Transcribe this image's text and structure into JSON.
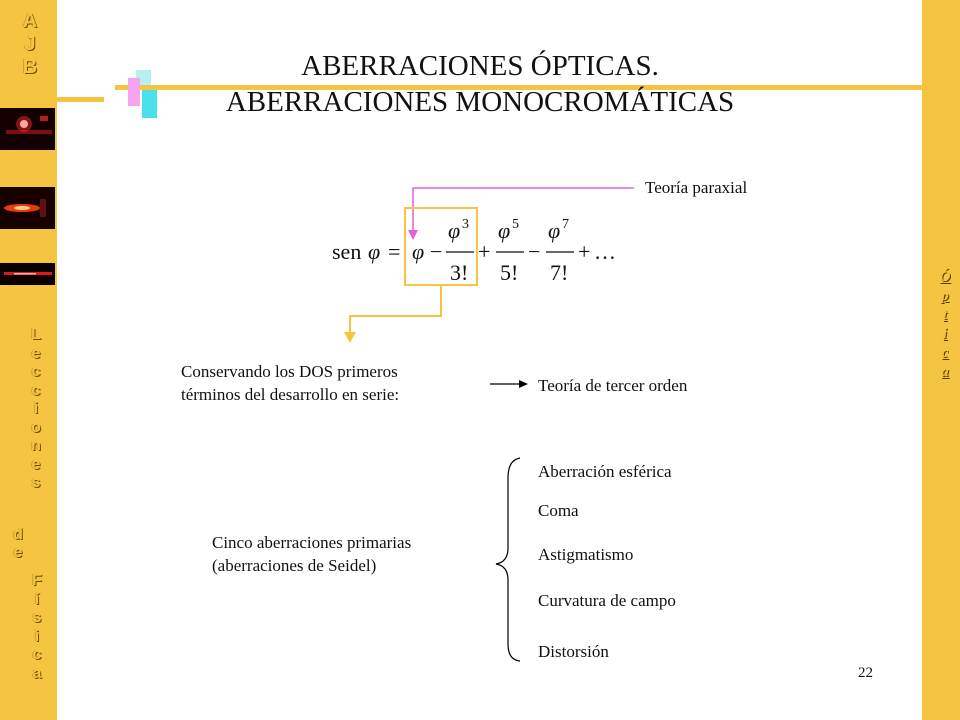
{
  "sidebar_left": {
    "logo_letters": [
      "A",
      "J",
      "B"
    ],
    "vertical_word_1": [
      "L",
      "e",
      "c",
      "c",
      "i",
      "o",
      "n",
      "e",
      "s"
    ],
    "vertical_word_2": [
      "d",
      "e"
    ],
    "vertical_word_3": [
      "F",
      "í",
      "s",
      "i",
      "c",
      "a"
    ]
  },
  "sidebar_right": {
    "vertical_word": [
      "Ó",
      "p",
      "t",
      "i",
      "c",
      "a"
    ]
  },
  "title": {
    "line1": "ABERRACIONES ÓPTICAS.",
    "line2": "ABERRACIONES MONOCROMÁTICAS"
  },
  "content": {
    "paraxial_label": "Teoría paraxial",
    "equation": {
      "lhs": "sen",
      "phi": "φ",
      "ellipsis": "…",
      "terms": [
        {
          "sign": "−",
          "num_exp": "3",
          "den": "3!"
        },
        {
          "sign": "+",
          "num_exp": "5",
          "den": "5!"
        },
        {
          "sign": "−",
          "num_exp": "7",
          "den": "7!"
        }
      ],
      "plus": "+"
    },
    "keep_terms_line1": "Conservando los DOS primeros",
    "keep_terms_line2": "términos del desarrollo en serie:",
    "third_order_label": "Teoría de tercer orden",
    "seidel_line1": "Cinco aberraciones primarias",
    "seidel_line2": "(aberraciones de Seidel)",
    "aberrations": [
      "Aberración esférica",
      "Coma",
      "Astigmatismo",
      "Curvatura de campo",
      "Distorsión"
    ]
  },
  "page_number": "22",
  "colors": {
    "sidebar": "#f5c542",
    "magenta_arrow": "#e060e0",
    "box_outline": "#f5c542"
  }
}
